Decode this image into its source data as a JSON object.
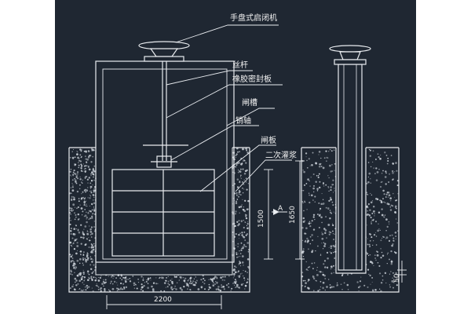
{
  "labels": {
    "handwheel": "手盘式启闭机",
    "screw_rod": "丝杆",
    "rubber_seal": "橡胶密封板",
    "gate_slot": "闸槽",
    "pin_shaft": "销轴",
    "gate_plate": "闸板",
    "grouting": "二次灌浆"
  },
  "dimensions": {
    "width": "2200",
    "height_gate": "1500",
    "height_total": "1650",
    "small": "50",
    "section_mark": "A"
  },
  "colors": {
    "background": "#1f2732",
    "line": "#e9ecf0",
    "accent": "#d8dde3",
    "concrete_dot": "#cfd5dc"
  }
}
